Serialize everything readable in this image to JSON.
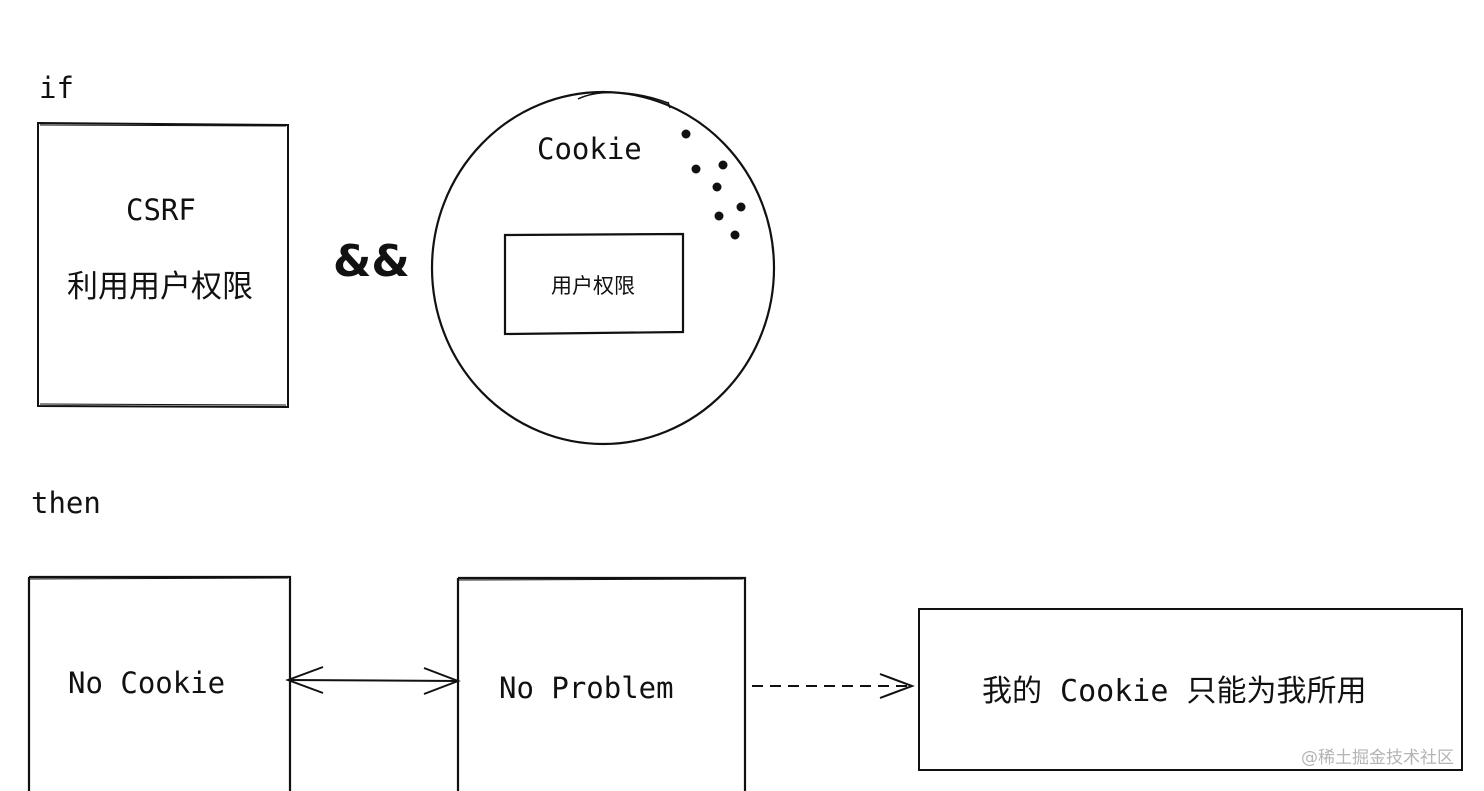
{
  "labels": {
    "if": "if",
    "then": "then",
    "and_operator": "&&"
  },
  "csrf_box": {
    "title": "CSRF",
    "subtitle": "利用用户权限"
  },
  "cookie_circle": {
    "title": "Cookie",
    "inner_box": "用户权限"
  },
  "no_cookie_box": {
    "label": "No Cookie"
  },
  "no_problem_box": {
    "label": "No Problem"
  },
  "result_box": {
    "label": "我的 Cookie 只能为我所用"
  },
  "watermark": "@稀土掘金技术社区"
}
